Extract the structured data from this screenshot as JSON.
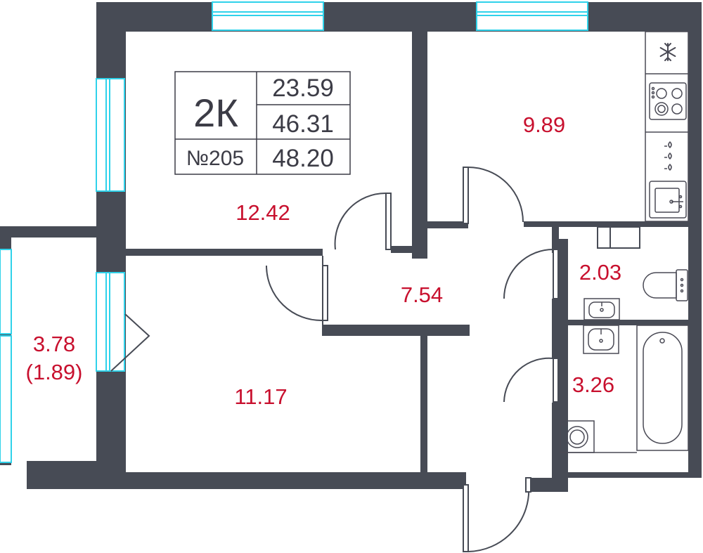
{
  "info_box": {
    "type": "2К",
    "number": "№205",
    "living_area": "23.59",
    "total_area": "46.31",
    "total_with_balcony": "48.20"
  },
  "rooms": {
    "bedroom": "12.42",
    "kitchen": "9.89",
    "hall": "7.54",
    "toilet": "2.03",
    "bathroom": "3.26",
    "living": "11.17",
    "balcony_area": "3.78",
    "balcony_reduced": "(1.89)"
  },
  "colors": {
    "wall": "#474b55",
    "window": "#2fd2ea",
    "area_text": "#c8102e",
    "fixture": "#4a4a55"
  },
  "icons": [
    "snowflake-icon",
    "stove-icon",
    "sink-icon",
    "toilet-icon",
    "bathtub-icon",
    "washing-machine-icon"
  ]
}
